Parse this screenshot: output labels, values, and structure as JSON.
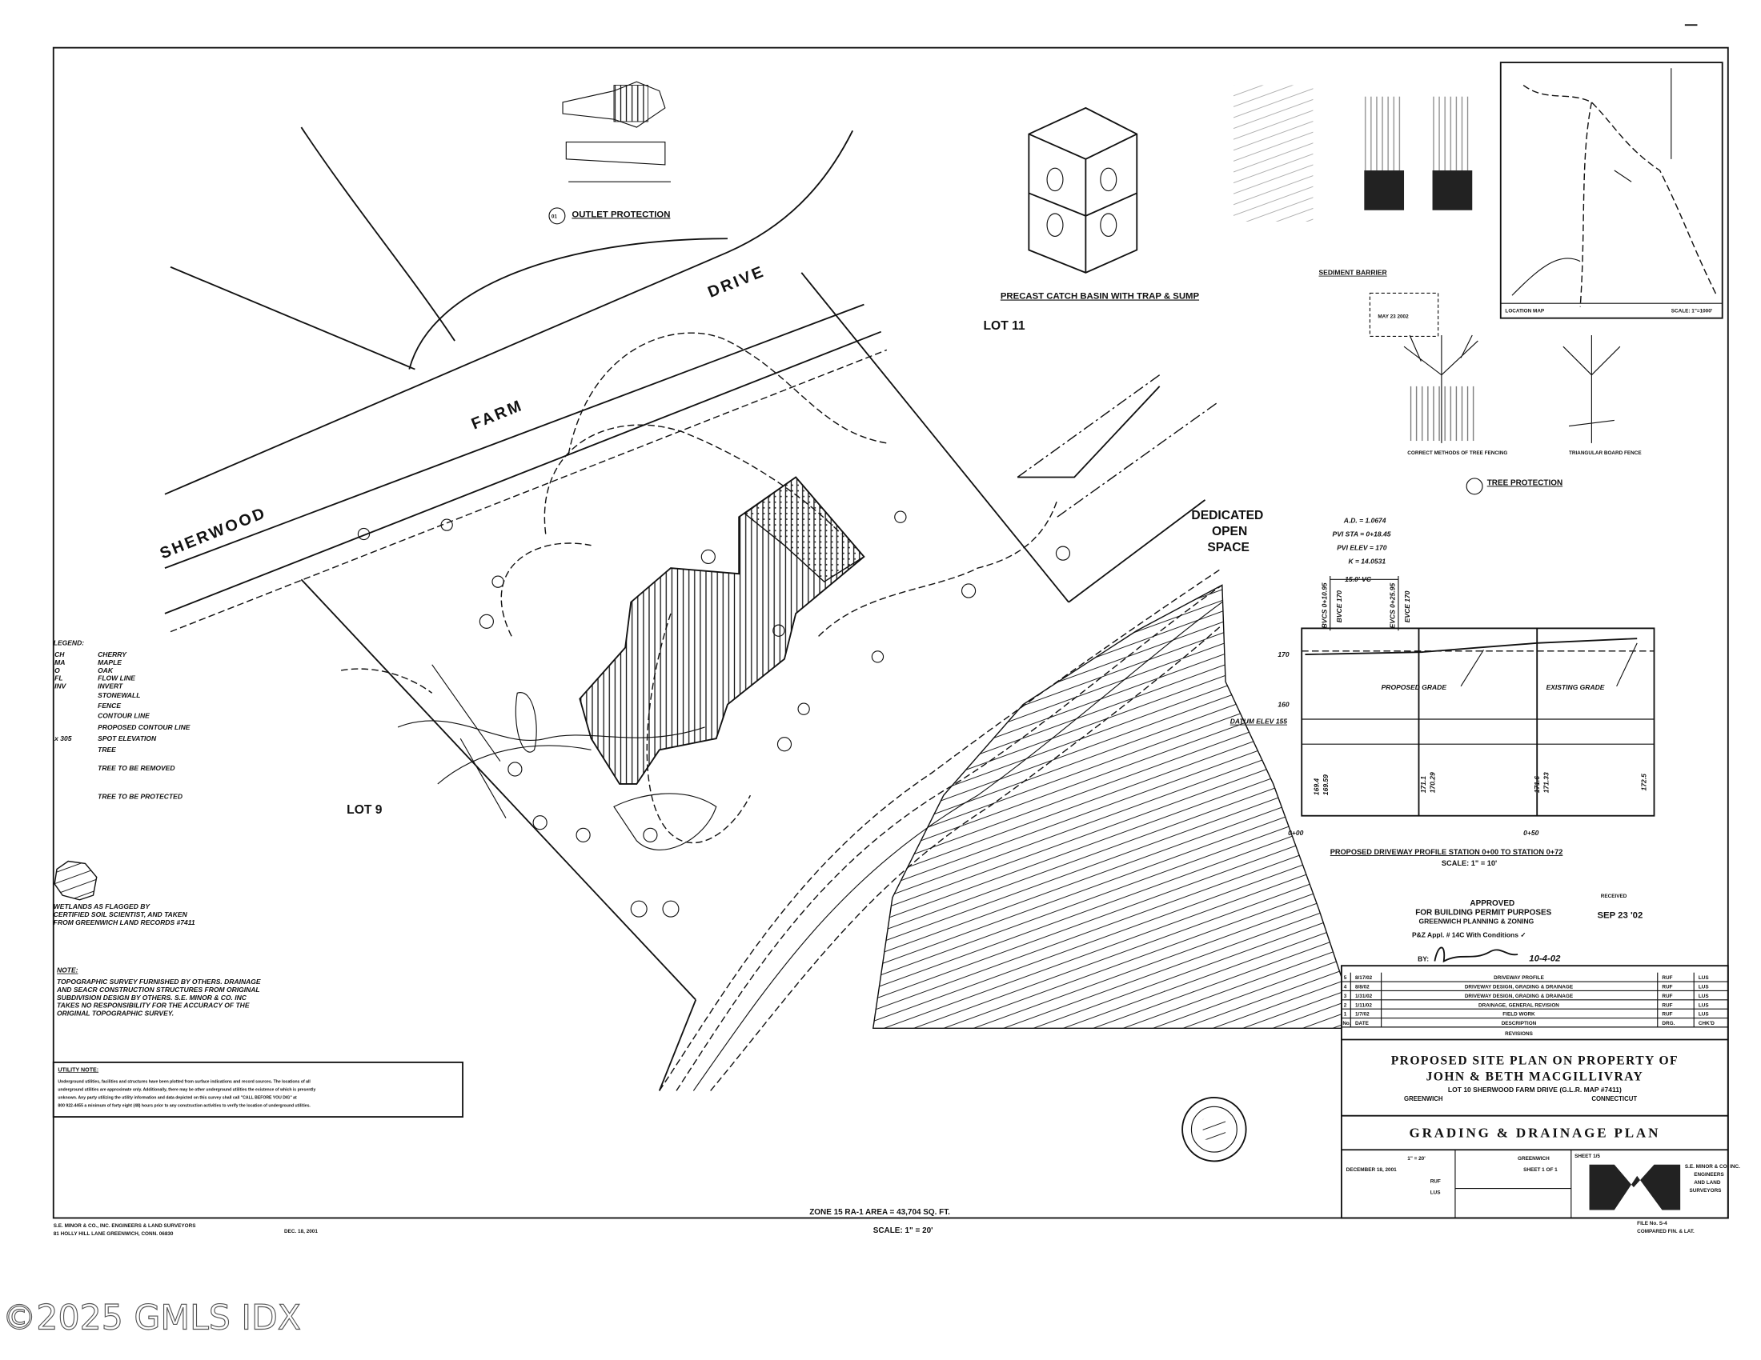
{
  "road": {
    "word1": "SHERWOOD",
    "word2": "FARM",
    "word3": "DRIVE"
  },
  "lots": {
    "lot11": "LOT 11",
    "lot9": "LOT 9",
    "open_space": [
      "DEDICATED",
      "OPEN",
      "SPACE"
    ]
  },
  "details": {
    "outlet_protection": "OUTLET PROTECTION",
    "outlet_num": "01",
    "catch_basin": "PRECAST CATCH BASIN WITH TRAP & SUMP",
    "sediment_barrier": "SEDIMENT BARRIER",
    "tree_protection": "TREE PROTECTION",
    "tree_fence_1": "CORRECT METHODS OF TREE FENCING",
    "tree_fence_2": "TRIANGULAR BOARD FENCE",
    "location_map": "LOCATION MAP",
    "location_scale": "SCALE: 1\"=1000'",
    "stamp_date": "MAY 23 2002"
  },
  "legend": {
    "title": "LEGEND:",
    "items": [
      {
        "sym": "CH",
        "label": "CHERRY"
      },
      {
        "sym": "MA",
        "label": "MAPLE"
      },
      {
        "sym": "O",
        "label": "OAK"
      },
      {
        "sym": "FL",
        "label": "FLOW LINE"
      },
      {
        "sym": "INV",
        "label": "INVERT"
      },
      {
        "sym": "",
        "label": "STONEWALL"
      },
      {
        "sym": "",
        "label": "FENCE"
      },
      {
        "sym": "",
        "label": "CONTOUR LINE"
      },
      {
        "sym": "",
        "label": "PROPOSED CONTOUR LINE"
      },
      {
        "sym": "x 305",
        "label": "SPOT ELEVATION"
      },
      {
        "sym": "",
        "label": "TREE"
      },
      {
        "sym": "",
        "label": "TREE TO BE REMOVED"
      },
      {
        "sym": "",
        "label": "TREE TO BE PROTECTED"
      }
    ],
    "wetlands": [
      "WETLANDS AS FLAGGED BY",
      "CERTIFIED SOIL SCIENTIST, AND TAKEN",
      "FROM GREENWICH LAND RECORDS #7411"
    ],
    "note_title": "NOTE:",
    "note": [
      "TOPOGRAPHIC SURVEY FURNISHED BY OTHERS. DRAINAGE",
      "AND SEACR CONSTRUCTION STRUCTURES FROM ORIGINAL",
      "SUBDIVISION DESIGN BY OTHERS. S.E. MINOR & CO. INC",
      "TAKES NO RESPONSIBILITY FOR THE ACCURACY OF THE",
      "ORIGINAL TOPOGRAPHIC SURVEY."
    ]
  },
  "utility": {
    "title": "UTILITY NOTE:",
    "lines": [
      "Underground utilities, facilities and structures have been plotted from surface indications and record sources. The locations of all",
      "underground utilities are approximate only. Additionally, there may be other underground utilities the existence of which is presently",
      "unknown. Any party utilizing the utility information and data depicted on this survey shall call \"CALL BEFORE YOU DIG\" at",
      "800 922-4455 a minimum of forty eight (48) hours prior to any construction activities to verify the location of underground utilities."
    ]
  },
  "profile": {
    "curve": [
      "A.D. = 1.0674",
      "PVI STA = 0+18.45",
      "PVI ELEV = 170",
      "K = 14.0531"
    ],
    "vc": "15.0' VC",
    "bvcs": "BVCS 0+10.95",
    "bvce": "BVCE 170",
    "evcs": "EVCS 0+25.95",
    "evce": "EVCE 170",
    "y_labels": [
      "170",
      "160"
    ],
    "datum": "DATUM ELEV 155",
    "proposed_grade": "PROPOSED GRADE",
    "existing_grade": "EXISTING GRADE",
    "elevations": [
      [
        "169.4",
        "169.59"
      ],
      [
        "171.1",
        "170.29"
      ],
      [
        "171.6",
        "171.33"
      ],
      [
        "172.5",
        ""
      ]
    ],
    "stations": [
      "0+00",
      "0+50"
    ],
    "title": "PROPOSED DRIVEWAY PROFILE STATION 0+00 TO STATION 0+72",
    "scale": "SCALE: 1\" = 10'"
  },
  "approval": {
    "approved": "APPROVED",
    "line1": "FOR BUILDING PERMIT PURPOSES",
    "line2": "GREENWICH PLANNING & ZONING",
    "appl": "P&Z Appl. # 14C  With Conditions ✓",
    "by": "BY:",
    "date": "10-4-02",
    "received": "RECEIVED",
    "received_date": "SEP 23 '02"
  },
  "revisions": {
    "rows": [
      {
        "no": "5",
        "date": "8/17/02",
        "desc": "DRIVEWAY PROFILE",
        "drg": "RUF",
        "chk": "LUS"
      },
      {
        "no": "4",
        "date": "8/8/02",
        "desc": "DRIVEWAY DESIGN, GRADING & DRAINAGE",
        "drg": "RUF",
        "chk": "LUS"
      },
      {
        "no": "3",
        "date": "1/31/02",
        "desc": "DRIVEWAY DESIGN, GRADING & DRAINAGE",
        "drg": "RUF",
        "chk": "LUS"
      },
      {
        "no": "2",
        "date": "1/11/02",
        "desc": "DRAINAGE, GENERAL REVISION",
        "drg": "RUF",
        "chk": "LUS"
      },
      {
        "no": "1",
        "date": "1/7/02",
        "desc": "FIELD WORK",
        "drg": "RUF",
        "chk": "LUS"
      }
    ],
    "header": {
      "no": "No.",
      "date": "DATE",
      "desc": "DESCRIPTION",
      "drg": "DRG.",
      "chk": "CHK'D"
    },
    "caption": "REVISIONS"
  },
  "title_block": {
    "line1": "PROPOSED SITE PLAN ON PROPERTY OF",
    "line2": "JOHN & BETH MACGILLIVRAY",
    "line3": "LOT 10 SHERWOOD FARM DRIVE (G.L.R. MAP #7411)",
    "town": "GREENWICH",
    "state": "CONNECTICUT",
    "plan": "GRADING & DRAINAGE PLAN",
    "scale": "1\" = 20'",
    "date": "DECEMBER 18, 2001",
    "drawn": "RUF",
    "checked": "LUS",
    "town2": "GREENWICH",
    "sheet": "SHEET 1 OF 1",
    "sheet_no": "SHEET 1/5",
    "firm_block": [
      "S.E. MINOR & CO. INC.",
      "ENGINEERS",
      "AND LAND",
      "SURVEYORS"
    ]
  },
  "footer": {
    "firm1": "S.E. MINOR & CO., INC. ENGINEERS & LAND SURVEYORS",
    "firm2": "81 HOLLY HILL LANE          GREENWICH, CONN. 06830",
    "date": "DEC. 18, 2001",
    "zone": "ZONE 15 RA-1    AREA = 43,704 SQ. FT.",
    "scale": "SCALE: 1\" = 20'",
    "file": "FILE No.  S-4",
    "compared": "COMPARED  FIN. & LAT."
  },
  "watermark": "©2025 GMLS IDX"
}
